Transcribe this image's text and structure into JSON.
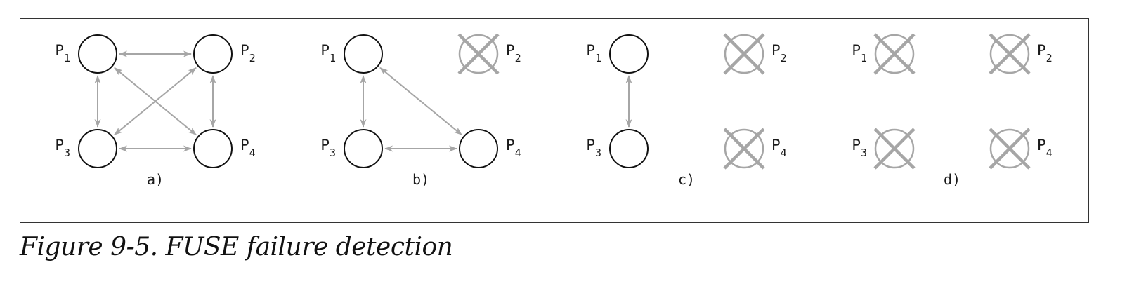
{
  "caption": "Figure 9-5. FUSE failure detection",
  "colors": {
    "alive_stroke": "#111111",
    "failed_stroke": "#a6a6a6",
    "arrow": "#a6a6a6",
    "frame": "#333333"
  },
  "panels": [
    {
      "label": "a)",
      "nodes": [
        {
          "id": "P1",
          "name": "P",
          "sub": "1",
          "state": "alive"
        },
        {
          "id": "P2",
          "name": "P",
          "sub": "2",
          "state": "alive"
        },
        {
          "id": "P3",
          "name": "P",
          "sub": "3",
          "state": "alive"
        },
        {
          "id": "P4",
          "name": "P",
          "sub": "4",
          "state": "alive"
        }
      ],
      "edges": [
        [
          "P1",
          "P2"
        ],
        [
          "P1",
          "P3"
        ],
        [
          "P1",
          "P4"
        ],
        [
          "P2",
          "P3"
        ],
        [
          "P2",
          "P4"
        ],
        [
          "P3",
          "P4"
        ]
      ]
    },
    {
      "label": "b)",
      "nodes": [
        {
          "id": "P1",
          "name": "P",
          "sub": "1",
          "state": "alive"
        },
        {
          "id": "P2",
          "name": "P",
          "sub": "2",
          "state": "failed"
        },
        {
          "id": "P3",
          "name": "P",
          "sub": "3",
          "state": "alive"
        },
        {
          "id": "P4",
          "name": "P",
          "sub": "4",
          "state": "alive"
        }
      ],
      "edges": [
        [
          "P1",
          "P3"
        ],
        [
          "P1",
          "P4"
        ],
        [
          "P3",
          "P4"
        ]
      ]
    },
    {
      "label": "c)",
      "nodes": [
        {
          "id": "P1",
          "name": "P",
          "sub": "1",
          "state": "alive"
        },
        {
          "id": "P2",
          "name": "P",
          "sub": "2",
          "state": "failed"
        },
        {
          "id": "P3",
          "name": "P",
          "sub": "3",
          "state": "alive"
        },
        {
          "id": "P4",
          "name": "P",
          "sub": "4",
          "state": "failed"
        }
      ],
      "edges": [
        [
          "P1",
          "P3"
        ]
      ]
    },
    {
      "label": "d)",
      "nodes": [
        {
          "id": "P1",
          "name": "P",
          "sub": "1",
          "state": "failed"
        },
        {
          "id": "P2",
          "name": "P",
          "sub": "2",
          "state": "failed"
        },
        {
          "id": "P3",
          "name": "P",
          "sub": "3",
          "state": "failed"
        },
        {
          "id": "P4",
          "name": "P",
          "sub": "4",
          "state": "failed"
        }
      ],
      "edges": []
    }
  ]
}
